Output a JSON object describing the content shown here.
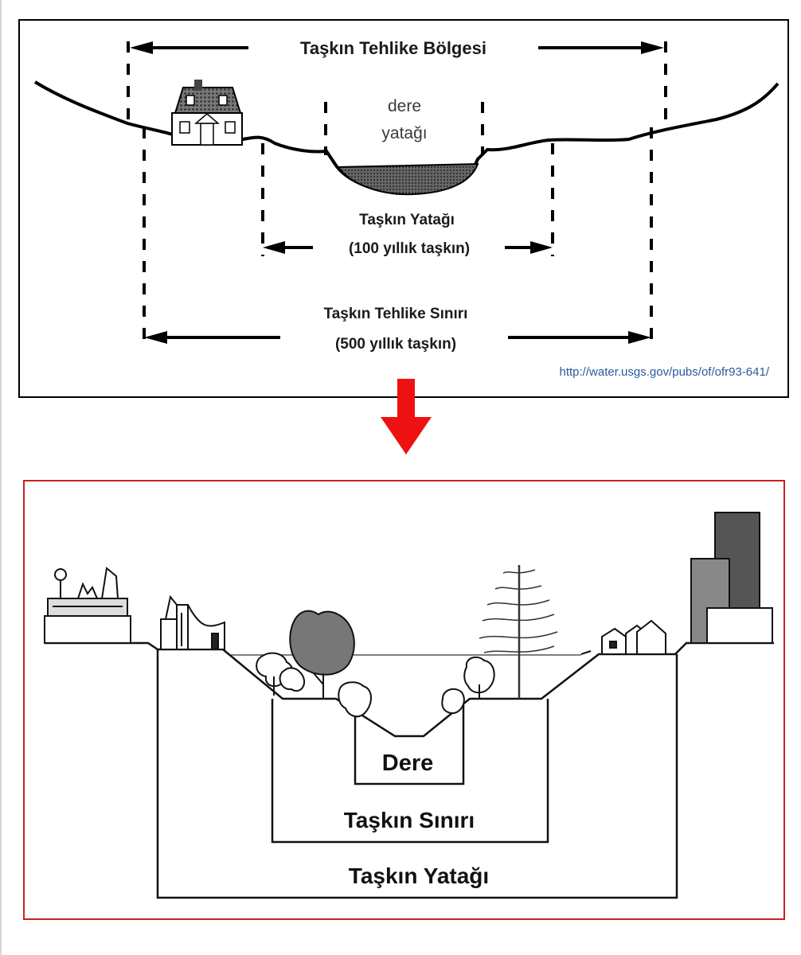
{
  "top_diagram": {
    "hazard_zone_label": "Taşkın Tehlike Bölgesi",
    "stream_bed_line1": "dere",
    "stream_bed_line2": "yatağı",
    "floodplain_line1": "Taşkın Yatağı",
    "floodplain_line2": "(100 yıllık taşkın)",
    "hazard_limit_line1": "Taşkın Tehlike Sınırı",
    "hazard_limit_line2": "(500 yıllık taşkın)",
    "source_url": "http://water.usgs.gov/pubs/of/ofr93-641/"
  },
  "bottom_diagram": {
    "inner_label": "Dere",
    "middle_label": "Taşkın Sınırı",
    "outer_label": "Taşkın Yatağı"
  },
  "colors": {
    "frame_top": "#000000",
    "frame_bottom": "#cc1f1f",
    "arrow": "#ee1111",
    "source_link": "#2b5a9a"
  }
}
